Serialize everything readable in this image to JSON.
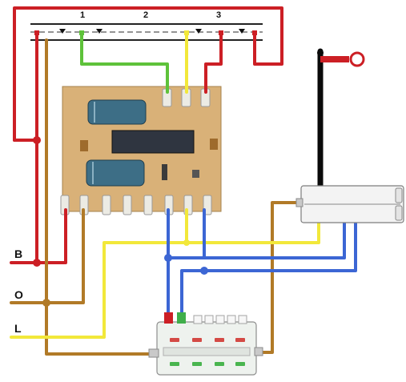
{
  "track": {
    "sections": [
      "1",
      "2",
      "3"
    ]
  },
  "terminals": {
    "left_labels": [
      "B",
      "O",
      "L"
    ]
  },
  "colors": {
    "red_wire": "#cc1f25",
    "brown_wire": "#b17a27",
    "yellow_wire": "#f2e83a",
    "green_wire": "#5ec23a",
    "blue_wire": "#3c66d4",
    "black_wire": "#0a0a0a",
    "pcb_board": "#d9b178",
    "capacitor": "#3d6e86",
    "ic_chip": "#2f3540",
    "track_rail": "#222222",
    "signal_marker": "#cc1f25",
    "distributor_body": "#eef2ee",
    "relay_body": "#f3f3f3"
  },
  "icons": {
    "signal": "signal-post-icon",
    "relay": "relay-module-icon",
    "distributor": "terminal-distributor-icon",
    "board": "decoder-board-icon"
  }
}
